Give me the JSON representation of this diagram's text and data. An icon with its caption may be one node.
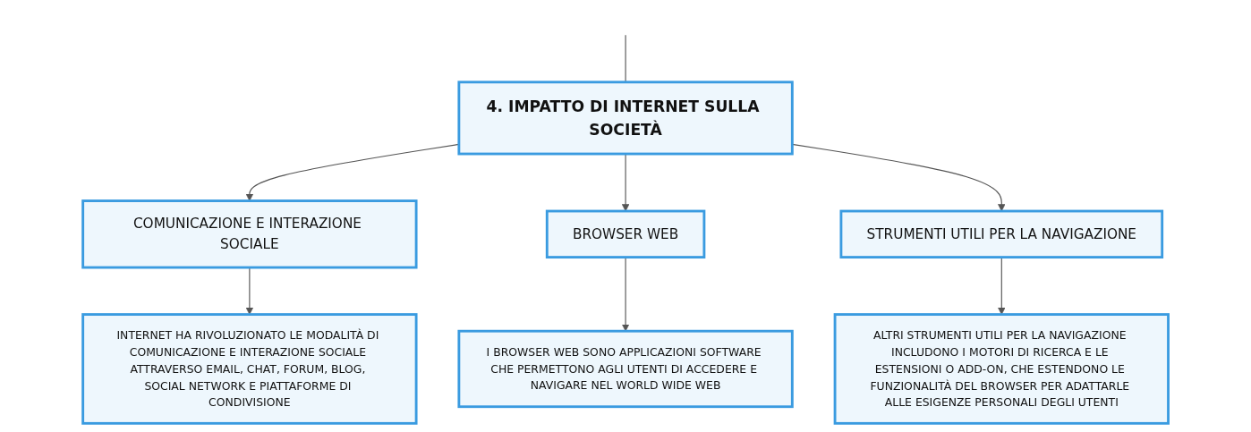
{
  "diagram": {
    "nodes": [
      {
        "text": [
          "4. IMPATTO DI INTERNET SULLA SOCIETÀ"
        ]
      },
      {
        "text": [
          "COMUNICAZIONE E INTERAZIONE SOCIALE"
        ]
      },
      {
        "text": [
          "BROWSER WEB"
        ]
      },
      {
        "text": [
          "STRUMENTI UTILI PER LA NAVIGAZIONE"
        ]
      },
      {
        "text": [
          "INTERNET HA RIVOLUZIONATO LE MODALITÀ DI COMUNICAZIONE E INTERAZIONE SOCIALE ATTRAVERSO EMAIL, CHAT, FORUM, BLOG, SOCIAL NETWORK E PIATTAFORME DI CONDIVISIONE"
        ]
      },
      {
        "text": [
          "I BROWSER WEB SONO APPLICAZIONI SOFTWARE CHE PERMETTONO AGLI UTENTI DI ACCEDERE E NAVIGARE NEL WORLD WIDE WEB"
        ]
      },
      {
        "text": [
          "ALTRI STRUMENTI UTILI PER LA NAVIGAZIONE INCLUDONO I MOTORI DI RICERCA E LE ESTENSIONI O ADD-ON, CHE ESTENDONO LE FUNZIONALITÀ DEL BROWSER PER ADATTARLE ALLE ESIGENZE PERSONALI DEGLI UTENTI"
        ]
      }
    ],
    "edges": [
      {
        "from": null,
        "to": 0,
        "arrow": "none"
      },
      {
        "from": 0,
        "to": 1,
        "arrow": "to"
      },
      {
        "from": 0,
        "to": 2,
        "arrow": "to"
      },
      {
        "from": 0,
        "to": 3,
        "arrow": "to"
      },
      {
        "from": 1,
        "to": 4,
        "arrow": "to"
      },
      {
        "from": 2,
        "to": 5,
        "arrow": "to"
      },
      {
        "from": 3,
        "to": 6,
        "arrow": "to"
      }
    ]
  }
}
